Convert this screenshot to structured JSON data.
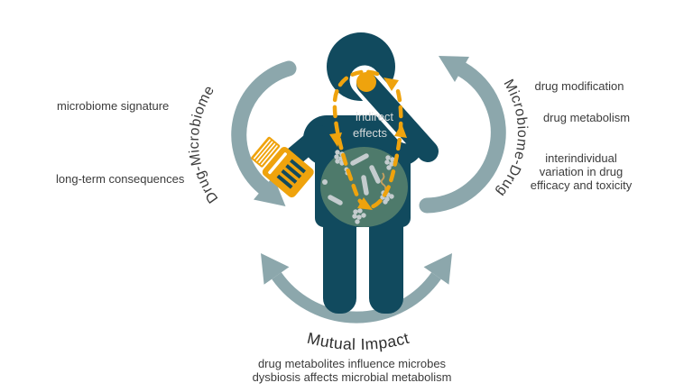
{
  "colors": {
    "figure_teal": "#114a5e",
    "arrow_gray": "#8ca7ac",
    "accent_orange": "#efa30d",
    "belly_green": "#4e7a6b",
    "microbe_gray": "#c4ccce",
    "squiggle_tan": "#c9a15e",
    "label_dark": "#3b3b3b",
    "label_light": "#d5d9da"
  },
  "cycle": {
    "left_arc_label": "Drug-Microbiome",
    "right_arc_label": "Microbiome-Drug",
    "bottom_arc_label": "Mutual Impact"
  },
  "labels": {
    "left": [
      "microbiome signature",
      "long-term consequences"
    ],
    "right": [
      "drug modification",
      "drug metabolism"
    ],
    "right_block": [
      "interindividual",
      "variation in drug",
      "efficacy and toxicity"
    ],
    "bottom": [
      "drug metabolites influence microbes",
      "dysbiosis affects microbial metabolism"
    ],
    "center": [
      "indirect",
      "effects"
    ]
  }
}
